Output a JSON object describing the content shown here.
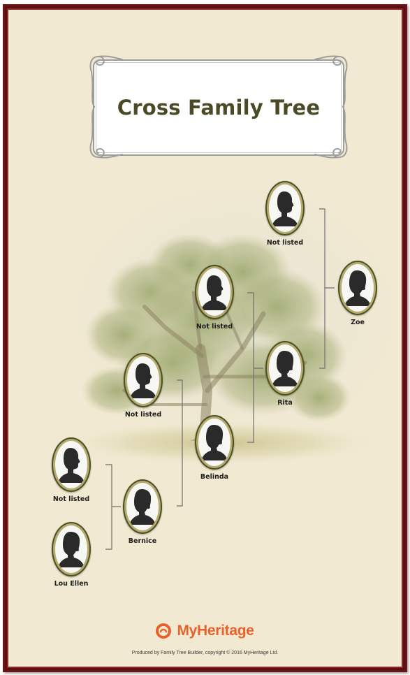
{
  "title": "Cross Family Tree",
  "people": {
    "p_top_not_listed": "Not listed",
    "p_zoe": "Zoe",
    "p_mid_not_listed": "Not listed",
    "p_rita": "Rita",
    "p_left_not_listed": "Not listed",
    "p_belinda": "Belinda",
    "p_low_not_listed": "Not listed",
    "p_bernice": "Bernice",
    "p_lou_ellen": "Lou Ellen"
  },
  "footer": {
    "brand": "MyHeritage",
    "credit": "Produced by Family Tree Builder, copyright © 2016 MyHeritage Ltd."
  },
  "colors": {
    "frame": "#6a1416",
    "paper": "#f1e9d2",
    "title": "#4a4a26",
    "brand": "#e8632c",
    "connector": "#6e6e6e"
  }
}
